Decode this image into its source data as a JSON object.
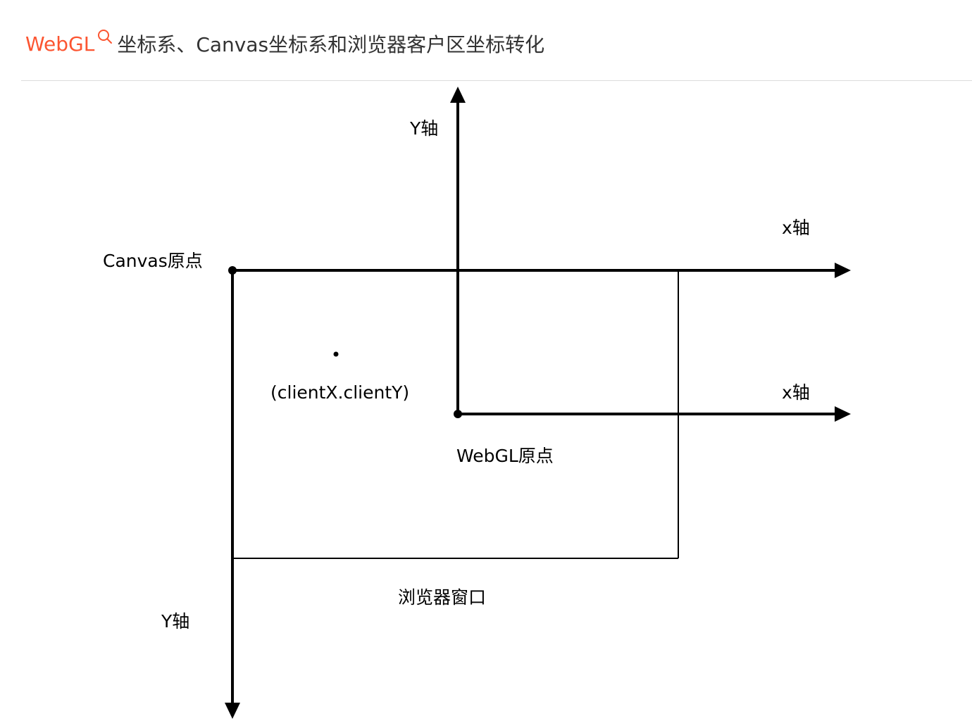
{
  "header": {
    "link_text": "WebGL",
    "icon": "search-icon",
    "title_rest": "坐标系、Canvas坐标系和浏览器客户区坐标转化",
    "link_color": "#fc5531",
    "text_color": "#333333"
  },
  "diagram": {
    "webgl_y_axis_label": "Y轴",
    "canvas_x_axis_label": "x轴",
    "canvas_origin_label": "Canvas原点",
    "client_point_label": "(clientX.clientY)",
    "webgl_x_axis_label": "x轴",
    "webgl_origin_label": "WebGL原点",
    "browser_window_label": "浏览器窗口",
    "canvas_y_axis_label": "Y轴"
  }
}
